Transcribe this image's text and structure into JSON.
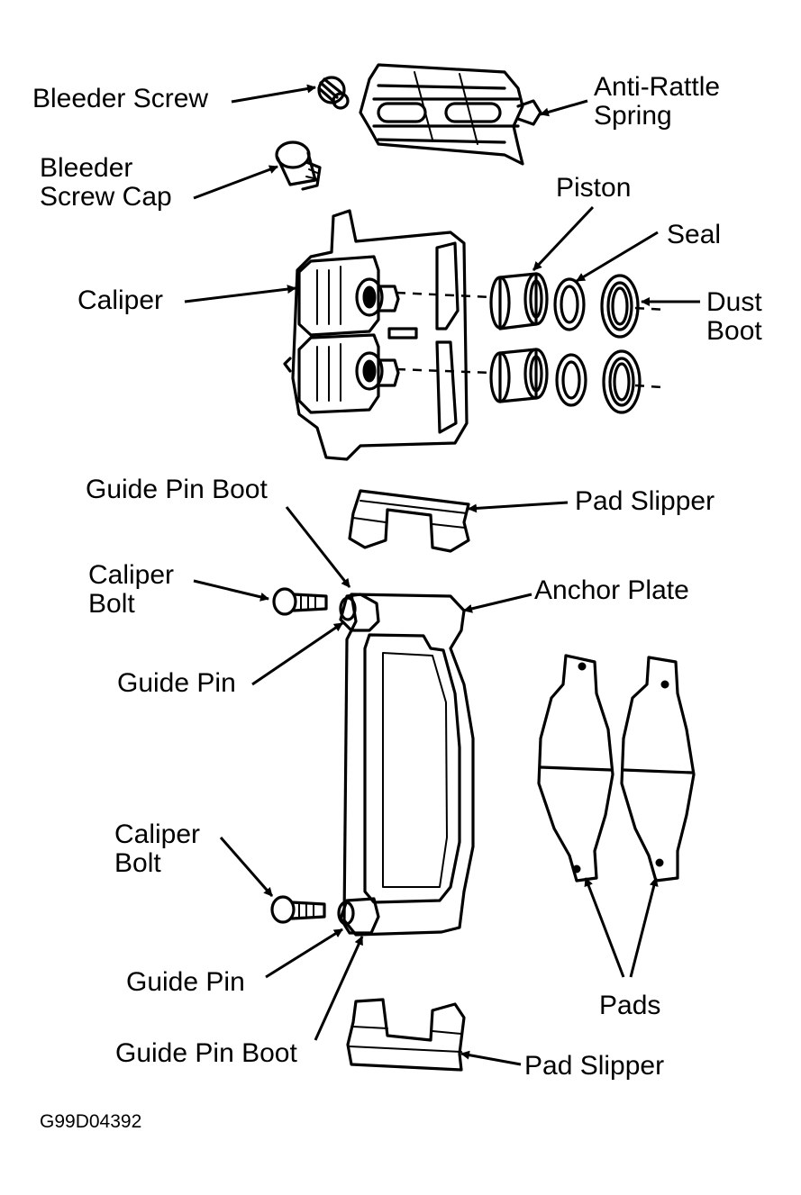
{
  "labels": {
    "bleeder_screw": "Bleeder Screw",
    "anti_rattle_spring": [
      "Anti-Rattle",
      "Spring"
    ],
    "bleeder_screw_cap": [
      "Bleeder",
      "Screw Cap"
    ],
    "piston": "Piston",
    "seal": "Seal",
    "caliper": "Caliper",
    "dust_boot": [
      "Dust",
      "Boot"
    ],
    "guide_pin_boot_top": "Guide Pin Boot",
    "pad_slipper_top": "Pad Slipper",
    "caliper_bolt_top": [
      "Caliper",
      "Bolt"
    ],
    "anchor_plate": "Anchor Plate",
    "guide_pin_top": "Guide Pin",
    "caliper_bolt_bottom": [
      "Caliper",
      "Bolt"
    ],
    "guide_pin_bottom": "Guide Pin",
    "pads": "Pads",
    "guide_pin_boot_bottom": "Guide Pin Boot",
    "pad_slipper_bottom": "Pad Slipper"
  },
  "figure_code": "G99D04392"
}
